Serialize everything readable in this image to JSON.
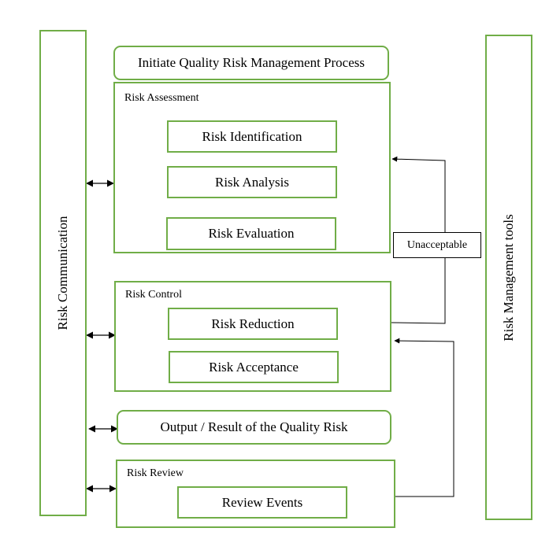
{
  "left_sidebar": {
    "label": "Risk Communication"
  },
  "right_sidebar": {
    "label": "Risk Management tools"
  },
  "initiate": {
    "label": "Initiate Quality Risk Management Process"
  },
  "risk_assessment": {
    "label": "Risk Assessment",
    "steps": [
      "Risk Identification",
      "Risk Analysis",
      "Risk Evaluation"
    ]
  },
  "risk_control": {
    "label": "Risk Control",
    "steps": [
      "Risk Reduction",
      "Risk Acceptance"
    ]
  },
  "output": {
    "label": "Output / Result of the Quality Risk"
  },
  "risk_review": {
    "label": "Risk Review",
    "steps": [
      "Review Events"
    ]
  },
  "unacceptable": {
    "label": "Unacceptable"
  },
  "colors": {
    "box_border": "#70ad47",
    "line": "#000000"
  }
}
